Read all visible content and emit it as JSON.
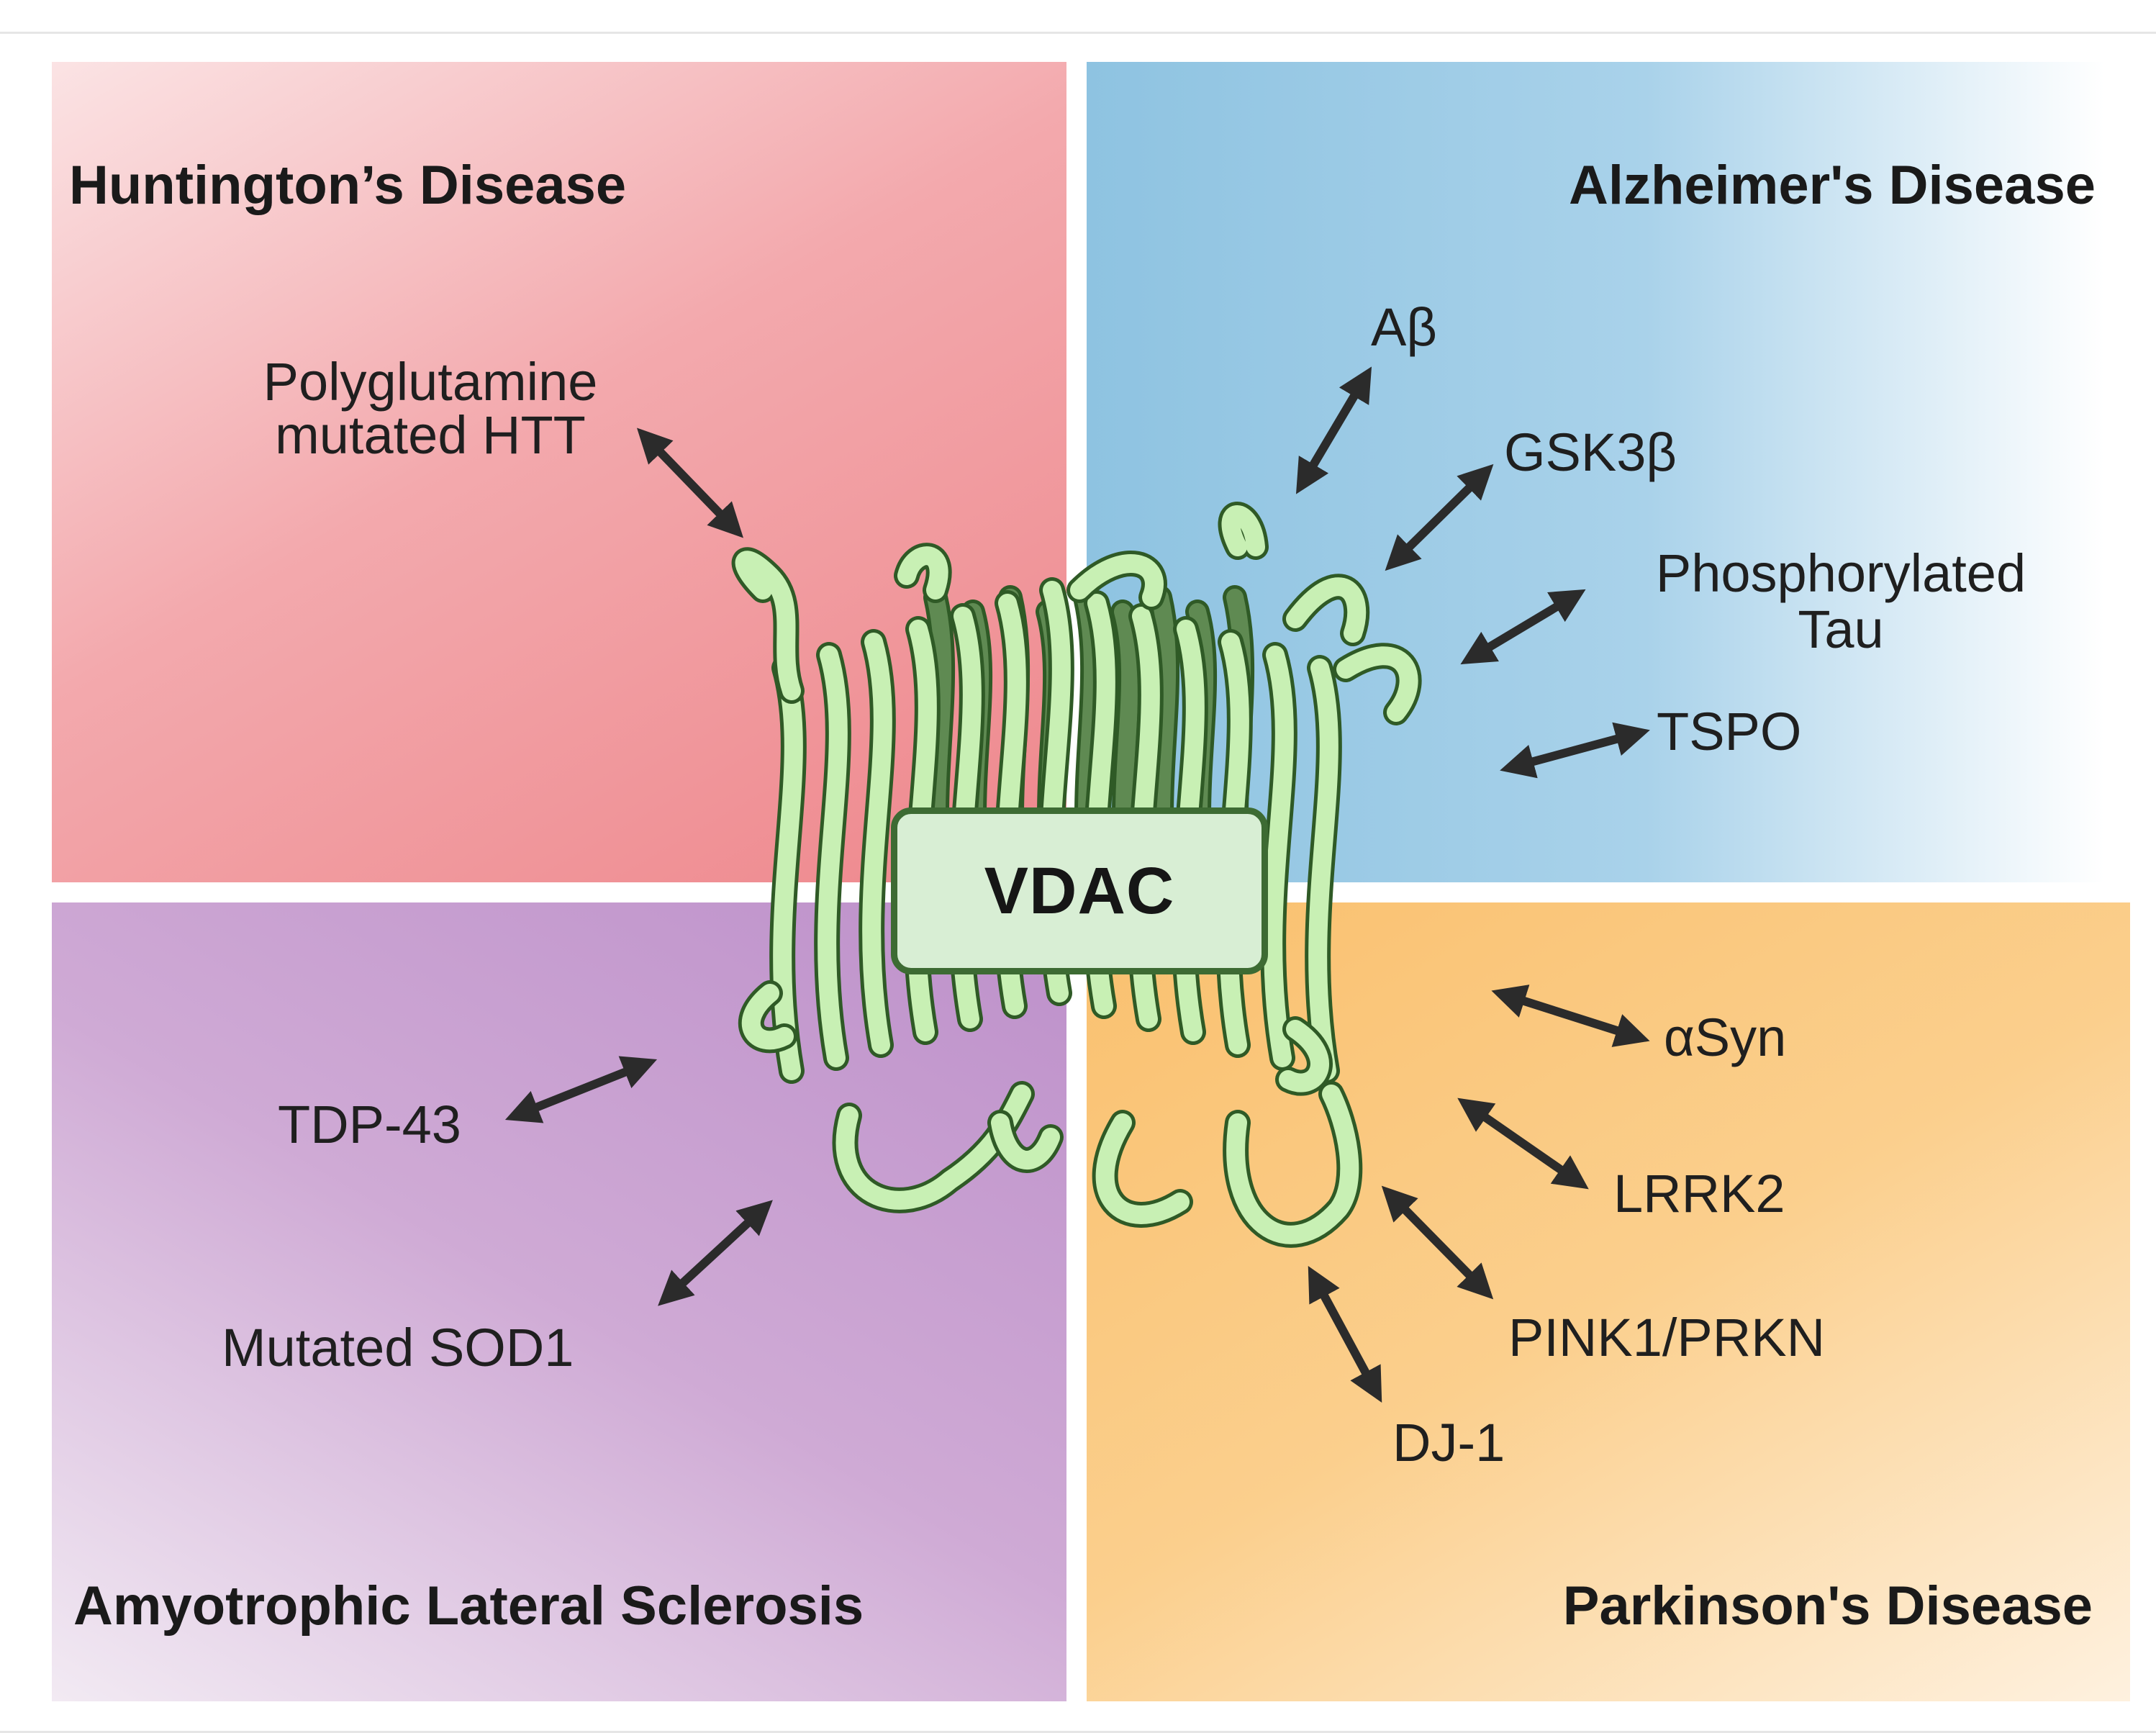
{
  "quadrants": {
    "huntington": {
      "title": "Huntington’s Disease",
      "labels": [
        "Polyglutamine",
        "mutated HTT"
      ]
    },
    "alzheimer": {
      "title": "Alzheimer's Disease",
      "labels": [
        "Aβ",
        "GSK3β",
        "Phosphorylated",
        "Tau",
        "TSPO"
      ]
    },
    "als": {
      "title": "Amyotrophic Lateral Sclerosis",
      "labels": [
        "TDP-43",
        "Mutated SOD1"
      ]
    },
    "parkinson": {
      "title": "Parkinson's Disease",
      "labels": [
        "αSyn",
        "LRRK2",
        "PINK1/PRKN",
        "DJ-1"
      ]
    }
  },
  "center": {
    "label": "VDAC"
  },
  "colors": {
    "huntington": "#ee878c",
    "alzheimer": "#8ec3e1",
    "als": "#bd90ca",
    "parkinson": "#f9c06e",
    "protein_fill": "#c8f0b4",
    "protein_outline": "#2f5a26",
    "arrow": "#2b2b2b"
  },
  "icons": {
    "arrow": "double-headed-arrow-icon",
    "protein": "vdac-protein-ribbon-icon"
  }
}
